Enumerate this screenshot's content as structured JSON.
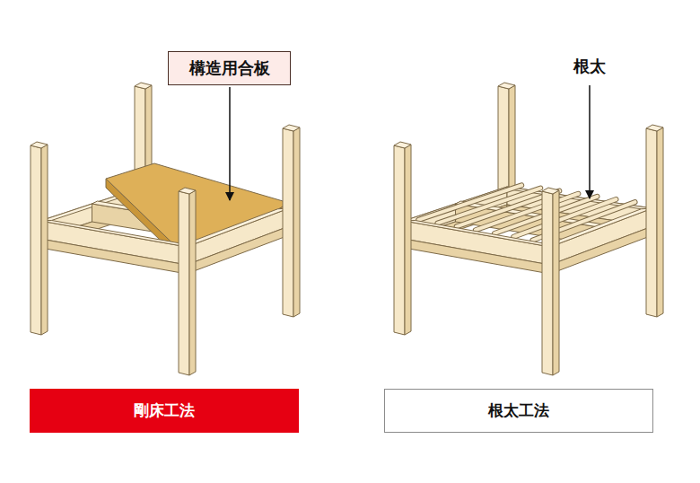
{
  "diagram": {
    "nodes": [
      {
        "text": [
          "構造用合板"
        ]
      },
      {
        "text": [
          "剛床工法"
        ]
      },
      {
        "text": [
          "根太工法"
        ]
      }
    ],
    "labels": [
      "根太"
    ]
  }
}
